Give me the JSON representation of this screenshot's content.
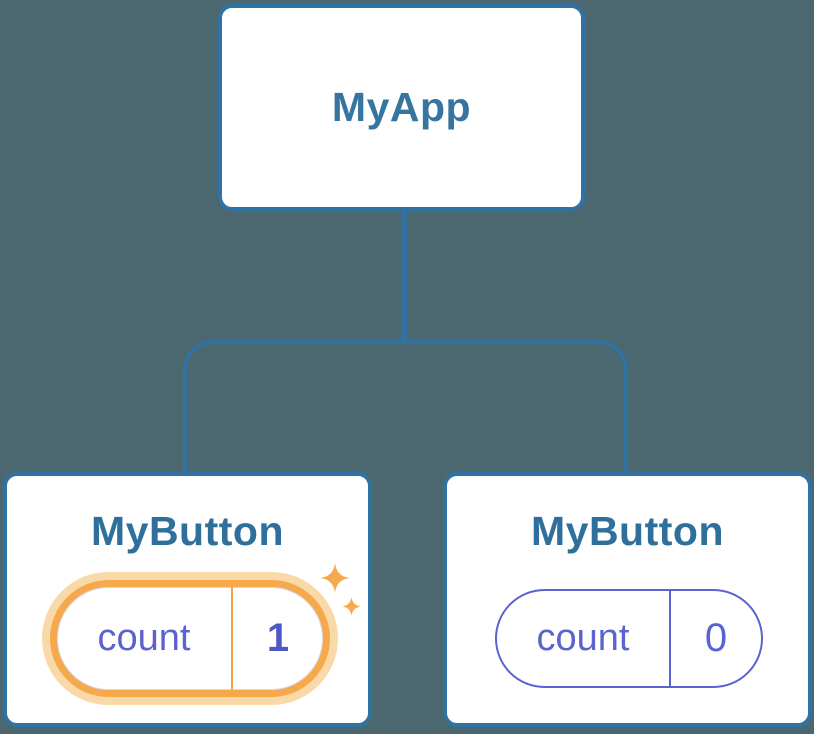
{
  "diagram": {
    "type": "component-tree",
    "root": {
      "label": "MyApp"
    },
    "children": [
      {
        "label": "MyButton",
        "state": {
          "key": "count",
          "value": "1"
        },
        "highlighted": true,
        "icon": "sparkle-icon"
      },
      {
        "label": "MyButton",
        "state": {
          "key": "count",
          "value": "0"
        },
        "highlighted": false
      }
    ],
    "colors": {
      "background": "#4B6770",
      "connector_blue": "#2F72A3",
      "node_label_blue": "#2F6F9B",
      "state_purple": "#5A63CE",
      "highlight_orange": "#F5A94B",
      "highlight_glow": "#F9D9A8",
      "sparkle_orange": "#F6A94F"
    }
  }
}
